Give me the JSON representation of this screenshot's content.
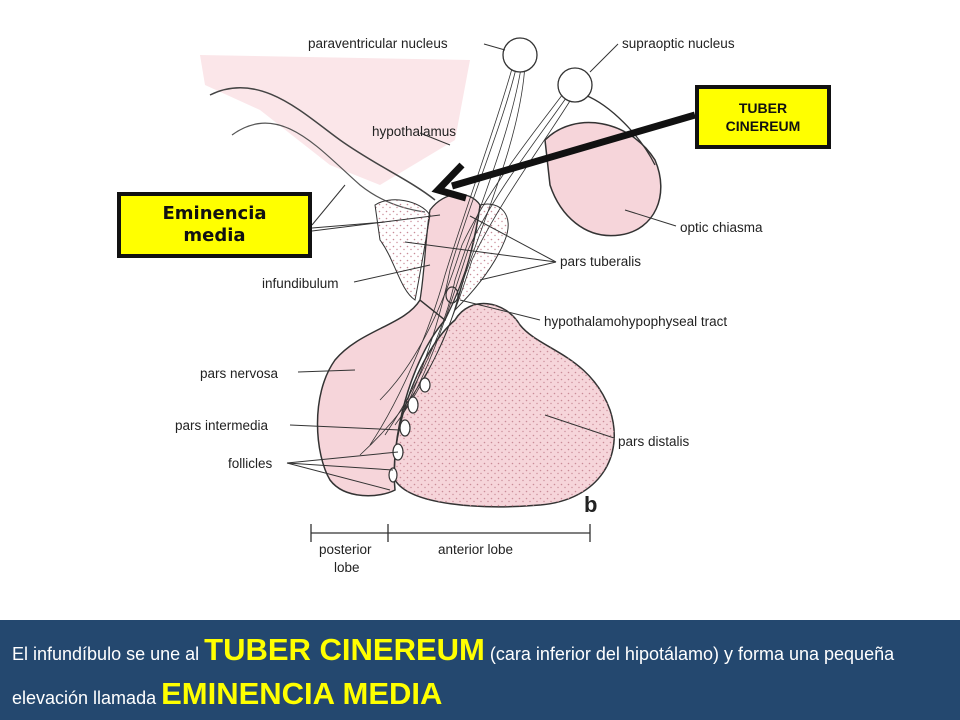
{
  "labels": {
    "paraventricular": "paraventricular nucleus",
    "supraoptic": "supraoptic nucleus",
    "hypothalamus": "hypothalamus",
    "optic_chiasma": "optic chiasma",
    "pars_tuberalis": "pars tuberalis",
    "infundibulum": "infundibulum",
    "tract": "hypothalamohypophyseal tract",
    "pars_nervosa": "pars nervosa",
    "pars_intermedia": "pars intermedia",
    "follicles": "follicles",
    "pars_distalis": "pars distalis",
    "figure_letter": "b",
    "posterior_lobe_1": "posterior",
    "posterior_lobe_2": "lobe",
    "anterior_lobe": "anterior lobe"
  },
  "callouts": {
    "tuber_line1": "TUBER",
    "tuber_line2": "CINEREUM",
    "eminencia_line1": "Eminencia",
    "eminencia_line2": "media"
  },
  "footer": {
    "part1": "El infundíbulo se une al ",
    "highlight1": "TUBER CINEREUM",
    "part2": " (cara inferior del hipotálamo) y forma una pequeña elevación llamada ",
    "highlight2": "EMINENCIA  MEDIA"
  },
  "colors": {
    "tissue_pink": "#f6d5da",
    "stipple": "#c98c98",
    "callout_yellow": "#ffff00",
    "footer_blue": "#24486f"
  }
}
